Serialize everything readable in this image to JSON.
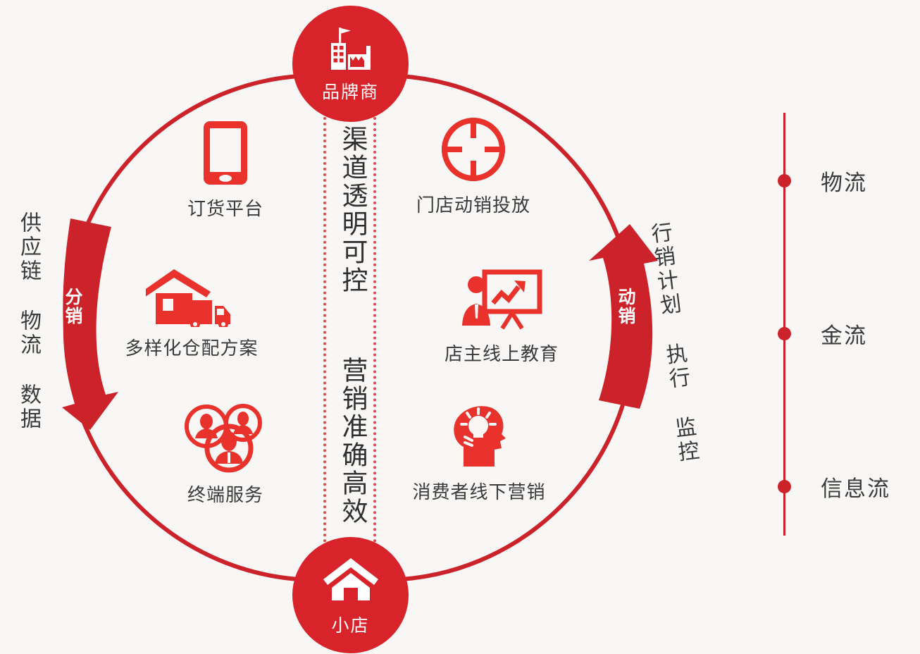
{
  "colors": {
    "brand_red": "#d8232a",
    "ring_red": "#cc2229",
    "dot_red": "#e04a4a",
    "background": "#f8f7f5",
    "text_dark": "#3a3a3a"
  },
  "hubs": {
    "top": {
      "label": "品牌商",
      "icon": "factory-flag-icon"
    },
    "bottom": {
      "label": "小店",
      "icon": "house-icon"
    }
  },
  "center": {
    "line1": "渠道透明可控",
    "line2": "营销准确高效",
    "combined": "渠道透明可控  营销准确高效"
  },
  "arrows": {
    "left": {
      "label": "分销",
      "direction": "down",
      "caption": "供应链 物流 数据"
    },
    "right": {
      "label": "动销",
      "direction": "up",
      "caption": "行销计划 执行 监控"
    }
  },
  "nodes": {
    "left": [
      {
        "label": "订货平台",
        "icon": "smartphone-icon"
      },
      {
        "label": "多样化仓配方案",
        "icon": "warehouse-truck-icon"
      },
      {
        "label": "终端服务",
        "icon": "people-group-icon"
      }
    ],
    "right": [
      {
        "label": "门店动销投放",
        "icon": "crosshair-target-icon"
      },
      {
        "label": "店主线上教育",
        "icon": "presenter-chart-icon"
      },
      {
        "label": "消费者线下营销",
        "icon": "head-lightbulb-icon"
      }
    ]
  },
  "legend": {
    "items": [
      {
        "label": "物流"
      },
      {
        "label": "金流"
      },
      {
        "label": "信息流"
      }
    ]
  }
}
